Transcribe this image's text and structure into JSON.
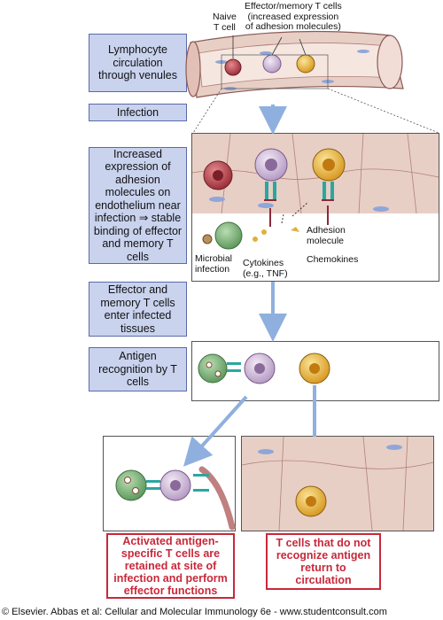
{
  "labels": {
    "naive_t_cell": [
      "Naive",
      "T cell"
    ],
    "effector_memory": [
      "Effector/memory T cells",
      "(increased expression",
      "of adhesion molecules)"
    ],
    "microbial_infection": [
      "Microbial",
      "infection"
    ],
    "cytokines": [
      "Cytokines",
      "(e.g., TNF)"
    ],
    "adhesion_molecule": [
      "Adhesion",
      "molecule"
    ],
    "chemokines": "Chemokines"
  },
  "steps": {
    "circulation": "Lymphocyte circulation through venules",
    "infection": "Infection",
    "adhesion": "Increased expression of adhesion molecules on endothelium near infection ⇒ stable binding of effector and memory T cells",
    "enter": "Effector and memory T cells enter infected tissues",
    "recognition": "Antigen recognition by T cells"
  },
  "outcomes": {
    "retained": "Activated antigen-specific T cells are retained at site of infection and perform effector functions",
    "return": "T cells that do not recognize antigen return to circulation"
  },
  "footer": "© Elsevier. Abbas et al: Cellular and Molecular Immunology 6e - www.studentconsult.com",
  "colors": {
    "box_fill": "#c9d3ee",
    "box_border": "#5a6aa8",
    "arrow": "#8fb0de",
    "outcome_text": "#c8283a",
    "naive_cell": "#b8404a",
    "effector_cell": "#d9c8e0",
    "memory_cell": "#f0c24a",
    "microbe": "#7cb07a",
    "tissue": "#e8cfc6"
  }
}
